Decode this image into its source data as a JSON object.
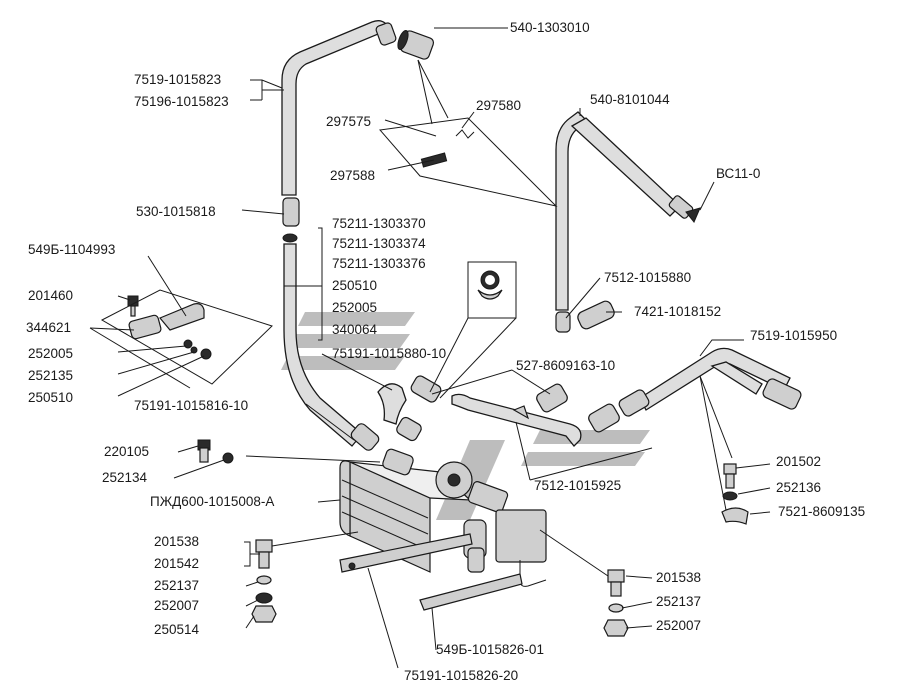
{
  "labels": {
    "p540_1303010": "540-1303010",
    "p7519_1015823": "7519-1015823",
    "p75196_1015823": "75196-1015823",
    "p297575": "297575",
    "p297580": "297580",
    "p297588": "297588",
    "p540_8101044": "540-8101044",
    "pBC11_0": "ВС11-0",
    "p530_1015818": "530-1015818",
    "p75211_1303370": "75211-1303370",
    "p75211_1303374": "75211-1303374",
    "p75211_1303376": "75211-1303376",
    "p250510_a": "250510",
    "p252005_a": "252005",
    "p340064": "340064",
    "p549B_1104993": "549Б-1104993",
    "p201460": "201460",
    "p344621": "344621",
    "p252005_b": "252005",
    "p252135": "252135",
    "p250510_b": "250510",
    "p7512_1015880": "7512-1015880",
    "p7421_1018152": "7421-1018152",
    "p7519_1015950": "7519-1015950",
    "p75191_1015880_10": "75191-1015880-10",
    "p527_8609163_10": "527-8609163-10",
    "p75191_1015816_10": "75191-1015816-10",
    "p220105": "220105",
    "p252134": "252134",
    "p201502": "201502",
    "p252136": "252136",
    "p7521_8609135": "7521-8609135",
    "pPZD600": "ПЖД600-1015008-А",
    "p7512_1015925": "7512-1015925",
    "p201538_a": "201538",
    "p201542": "201542",
    "p252137_a": "252137",
    "p252007_a": "252007",
    "p250514": "250514",
    "p201538_b": "201538",
    "p252137_b": "252137",
    "p252007_b": "252007",
    "p549B_1015826_01": "549Б-1015826-01",
    "p75191_1015826_20": "75191-1015826-20"
  }
}
